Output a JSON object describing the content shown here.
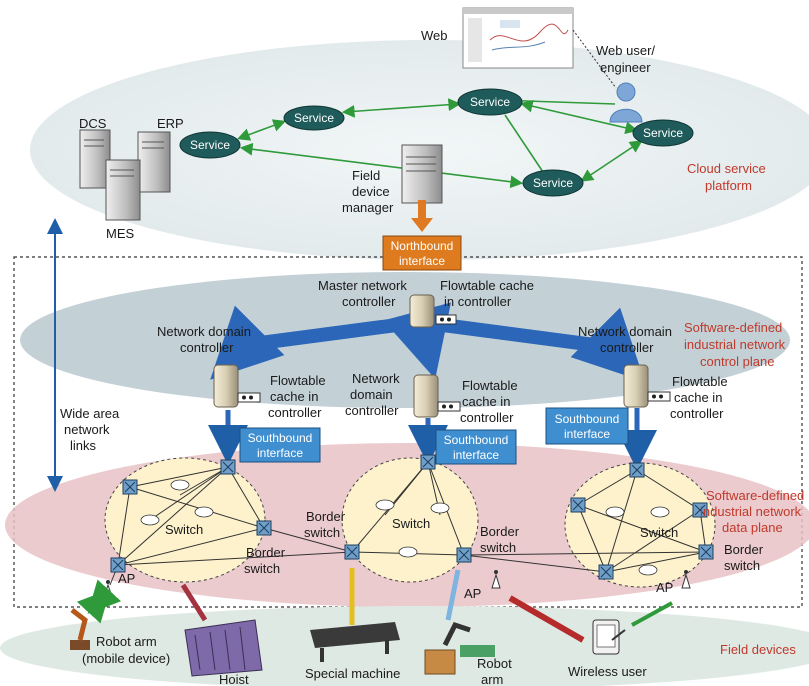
{
  "cloud": {
    "web": "Web",
    "web_user": [
      "Web user/",
      "engineer"
    ],
    "dcs": "DCS",
    "erp": "ERP",
    "mes": "MES",
    "service": "Service",
    "field_device_manager": [
      "Field",
      "device",
      "manager"
    ],
    "platform_label": [
      "Cloud service",
      "platform"
    ]
  },
  "interfaces": {
    "northbound": [
      "Northbound",
      "interface"
    ],
    "southbound": [
      "Southbound",
      "interface"
    ]
  },
  "control": {
    "master": [
      "Master network",
      "controller"
    ],
    "flowtable_master": [
      "Flowtable cache",
      "in controller"
    ],
    "domain_left": [
      "Network domain",
      "controller"
    ],
    "domain_mid": [
      "Network",
      "domain",
      "controller"
    ],
    "domain_right": [
      "Network domain",
      "controller"
    ],
    "flowtable_cache": [
      "Flowtable",
      "cache in",
      "controller"
    ],
    "plane_label": [
      "Software-defined",
      "industrial network",
      "control plane"
    ]
  },
  "wan": [
    "Wide area",
    "network",
    "links"
  ],
  "data_plane": {
    "switch": "Switch",
    "border_switch": [
      "Border",
      "switch"
    ],
    "ap": "AP",
    "plane_label": [
      "Software-defined",
      "industrial network",
      "data plane"
    ]
  },
  "field": {
    "robot_arm_mobile": [
      "Robot arm",
      "(mobile device)"
    ],
    "hoist": "Hoist",
    "special_machine": "Special machine",
    "robot_arm": [
      "Robot",
      "arm"
    ],
    "wireless_user": "Wireless user",
    "label": "Field devices"
  },
  "colors": {
    "cloud_bg": "#e4ecee",
    "control_plane": "#b8c8cf",
    "data_plane": "#e7c2c6",
    "field_bg": "#dfe9e4",
    "domain_fill": "#fdf2cc",
    "service_fill": "#1f5b5a",
    "interface_blue": "#3f8fd0",
    "interface_orange": "#de7b1f",
    "flow_arrow": "#2b66b8",
    "link_green": "#2e9a3a",
    "accent_red": "#c0392b"
  }
}
